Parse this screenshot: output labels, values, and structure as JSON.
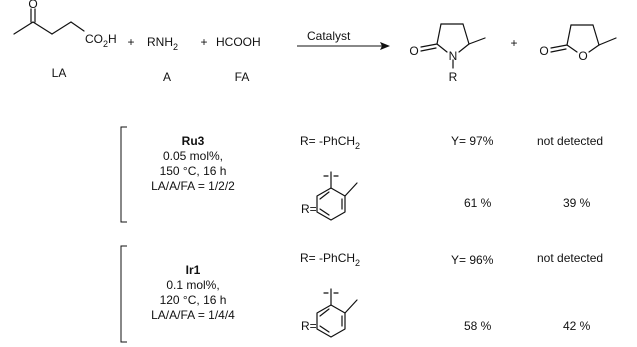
{
  "reaction": {
    "lev_acid": {
      "label": "LA",
      "o_atom": "O",
      "acid_main": "CO",
      "acid_sub": "2",
      "acid_tail": "H"
    },
    "plus": "+",
    "amine": {
      "label": "A",
      "main": "RNH",
      "sub": "2"
    },
    "formic_acid": {
      "label": "FA",
      "formula": "HCOOH"
    },
    "arrow_label": "Catalyst",
    "lactam": {
      "o_atom": "O",
      "n_atom": "N",
      "r_group": "R"
    },
    "lactone": {
      "o_carbonyl": "O",
      "o_ring": "O"
    }
  },
  "conditions": [
    {
      "catalyst": "Ru3",
      "loading": "0.05 mol%,",
      "temp_time": "150 °C, 16 h",
      "ratio": "LA/A/FA = 1/2/2",
      "entries": [
        {
          "r_prefix": "R=",
          "r_group": "-PhCH",
          "r_sub": "2",
          "yield_lactam": "Y= 97%",
          "yield_lactone": "not detected"
        },
        {
          "r_prefix": "R=",
          "yield_lactam": "61 %",
          "yield_lactone": "39 %"
        }
      ]
    },
    {
      "catalyst": "Ir1",
      "loading": "0.1 mol%,",
      "temp_time": "120 °C, 16 h",
      "ratio": "LA/A/FA = 1/4/4",
      "entries": [
        {
          "r_prefix": "R=",
          "r_group": "-PhCH",
          "r_sub": "2",
          "yield_lactam": "Y= 96%",
          "yield_lactone": "not detected"
        },
        {
          "r_prefix": "R=",
          "yield_lactam": "58 %",
          "yield_lactone": "42 %"
        }
      ]
    }
  ]
}
